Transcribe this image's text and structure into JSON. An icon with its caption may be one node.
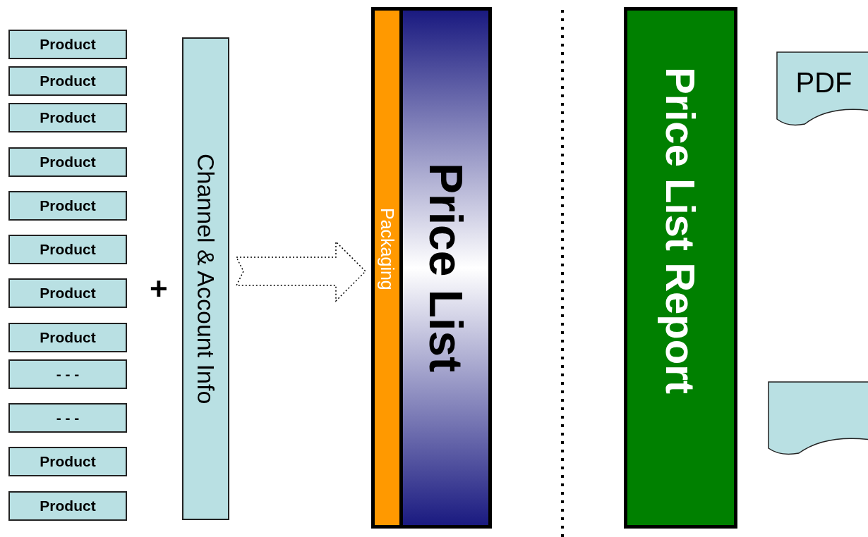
{
  "diagram": {
    "nodes": [
      {
        "text": [
          "Product"
        ]
      },
      {
        "text": [
          "Product"
        ]
      },
      {
        "text": [
          "Product"
        ]
      },
      {
        "text": [
          "Product"
        ]
      },
      {
        "text": [
          "Product"
        ]
      },
      {
        "text": [
          "Product"
        ]
      },
      {
        "text": [
          "Product"
        ]
      },
      {
        "text": [
          "Product"
        ]
      },
      {
        "text": [
          "- - -"
        ]
      },
      {
        "text": [
          "- - -"
        ]
      },
      {
        "text": [
          "Product"
        ]
      },
      {
        "text": [
          "Product"
        ]
      },
      {
        "text": [
          "Channel & Account Info"
        ]
      },
      {
        "text": [
          "Price List"
        ]
      },
      {
        "text": [
          "Packaging"
        ],
        "in": 13
      },
      {
        "text": [
          "Price List Report"
        ]
      },
      {
        "text": [
          "PDF"
        ]
      },
      {
        "text": [],
        "shape": "document"
      }
    ],
    "edges": [
      {
        "from": 12,
        "to": 13,
        "arrow": "to",
        "style": "dashed"
      }
    ],
    "labels": [
      "+"
    ]
  }
}
